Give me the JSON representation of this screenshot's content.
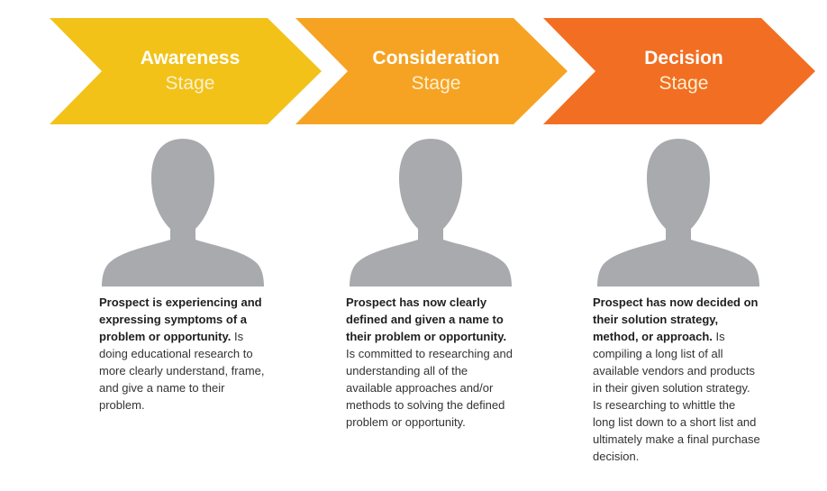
{
  "stages": [
    {
      "title": "Awareness",
      "subtitle": "Stage",
      "color": "#f2c218",
      "description_bold": "Prospect is experiencing and expressing symptoms of a problem or opportunity.",
      "description_rest": " Is doing educational research to more clearly understand, frame, and give a name to their problem."
    },
    {
      "title": "Consideration",
      "subtitle": "Stage",
      "color": "#f6a323",
      "description_bold": "Prospect has now clearly defined and given a name to their problem or opportunity.",
      "description_rest": " Is committed to researching and understanding all of the available approaches and/or methods to solving the defined problem or opportunity."
    },
    {
      "title": "Decision",
      "subtitle": "Stage",
      "color": "#f26e22",
      "description_bold": "Prospect has now decided on their solution strategy, method, or approach.",
      "description_rest": " Is compiling a long list of all available vendors and products in their given solution strategy. Is researching to whittle the long list down to a short list and ultimately make a final purchase decision."
    }
  ],
  "person_color": "#a9aaad"
}
